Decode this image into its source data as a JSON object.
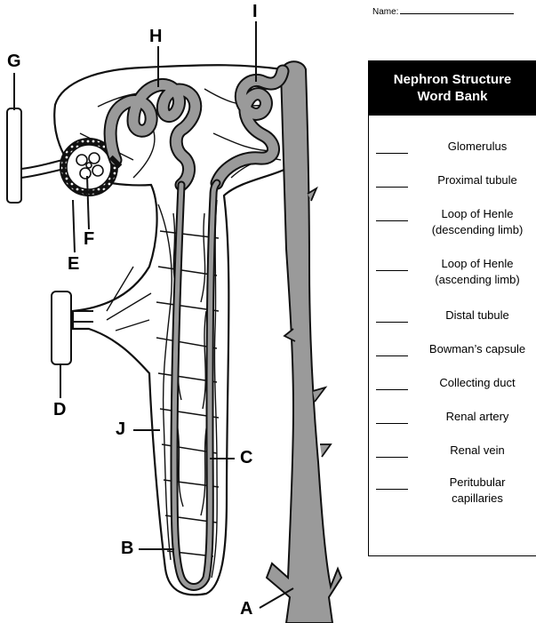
{
  "header": {
    "name_label": "Name:"
  },
  "word_bank": {
    "title_line1": "Nephron Structure",
    "title_line2": "Word Bank",
    "items": [
      "Glomerulus",
      "Proximal tubule",
      "Loop of Henle (descending limb)",
      "Loop of Henle (ascending limb)",
      "Distal tubule",
      "Bowman’s capsule",
      "Collecting duct",
      "Renal artery",
      "Renal vein",
      "Peritubular capillaries"
    ],
    "items_lines": [
      [
        "Glomerulus"
      ],
      [
        "Proximal tubule"
      ],
      [
        "Loop of Henle",
        "(descending limb)"
      ],
      [
        "Loop of Henle",
        "(ascending limb)"
      ],
      [
        "Distal tubule"
      ],
      [
        "Bowman’s capsule"
      ],
      [
        "Collecting duct"
      ],
      [
        "Renal artery"
      ],
      [
        "Renal vein"
      ],
      [
        "Peritubular",
        "capillaries"
      ]
    ]
  },
  "diagram": {
    "labels": [
      "A",
      "B",
      "C",
      "D",
      "E",
      "F",
      "G",
      "H",
      "I",
      "J"
    ],
    "colors": {
      "tubule_fill": "#9a9a9a",
      "outline": "#111111",
      "vessel_fill": "#ffffff"
    }
  }
}
